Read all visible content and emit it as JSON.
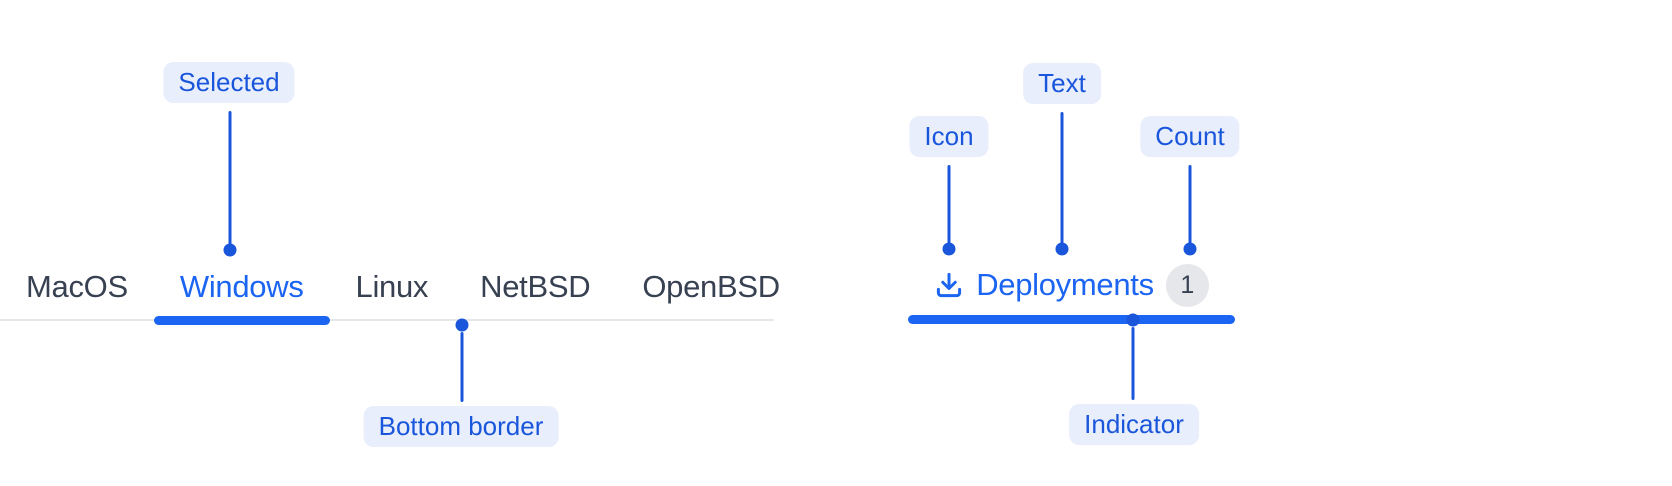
{
  "colors": {
    "component_blue": "#1c64f2",
    "annotation_blue": "#1a56db",
    "annotation_pill_bg": "#e8eefc",
    "tab_text_gray": "#374151",
    "border_gray": "#e5e7eb",
    "badge_bg": "#e5e7eb",
    "badge_text": "#374151",
    "background": "#ffffff"
  },
  "tab_bar": {
    "selected": "Windows",
    "items": [
      {
        "label": "MacOS"
      },
      {
        "label": "Windows"
      },
      {
        "label": "Linux"
      },
      {
        "label": "NetBSD"
      },
      {
        "label": "OpenBSD"
      }
    ]
  },
  "deployments_tab": {
    "icon": "download-icon",
    "label": "Deployments",
    "count": "1"
  },
  "annotations": {
    "selected": "Selected",
    "bottom_border": "Bottom border",
    "icon": "Icon",
    "text": "Text",
    "count": "Count",
    "indicator": "Indicator"
  }
}
